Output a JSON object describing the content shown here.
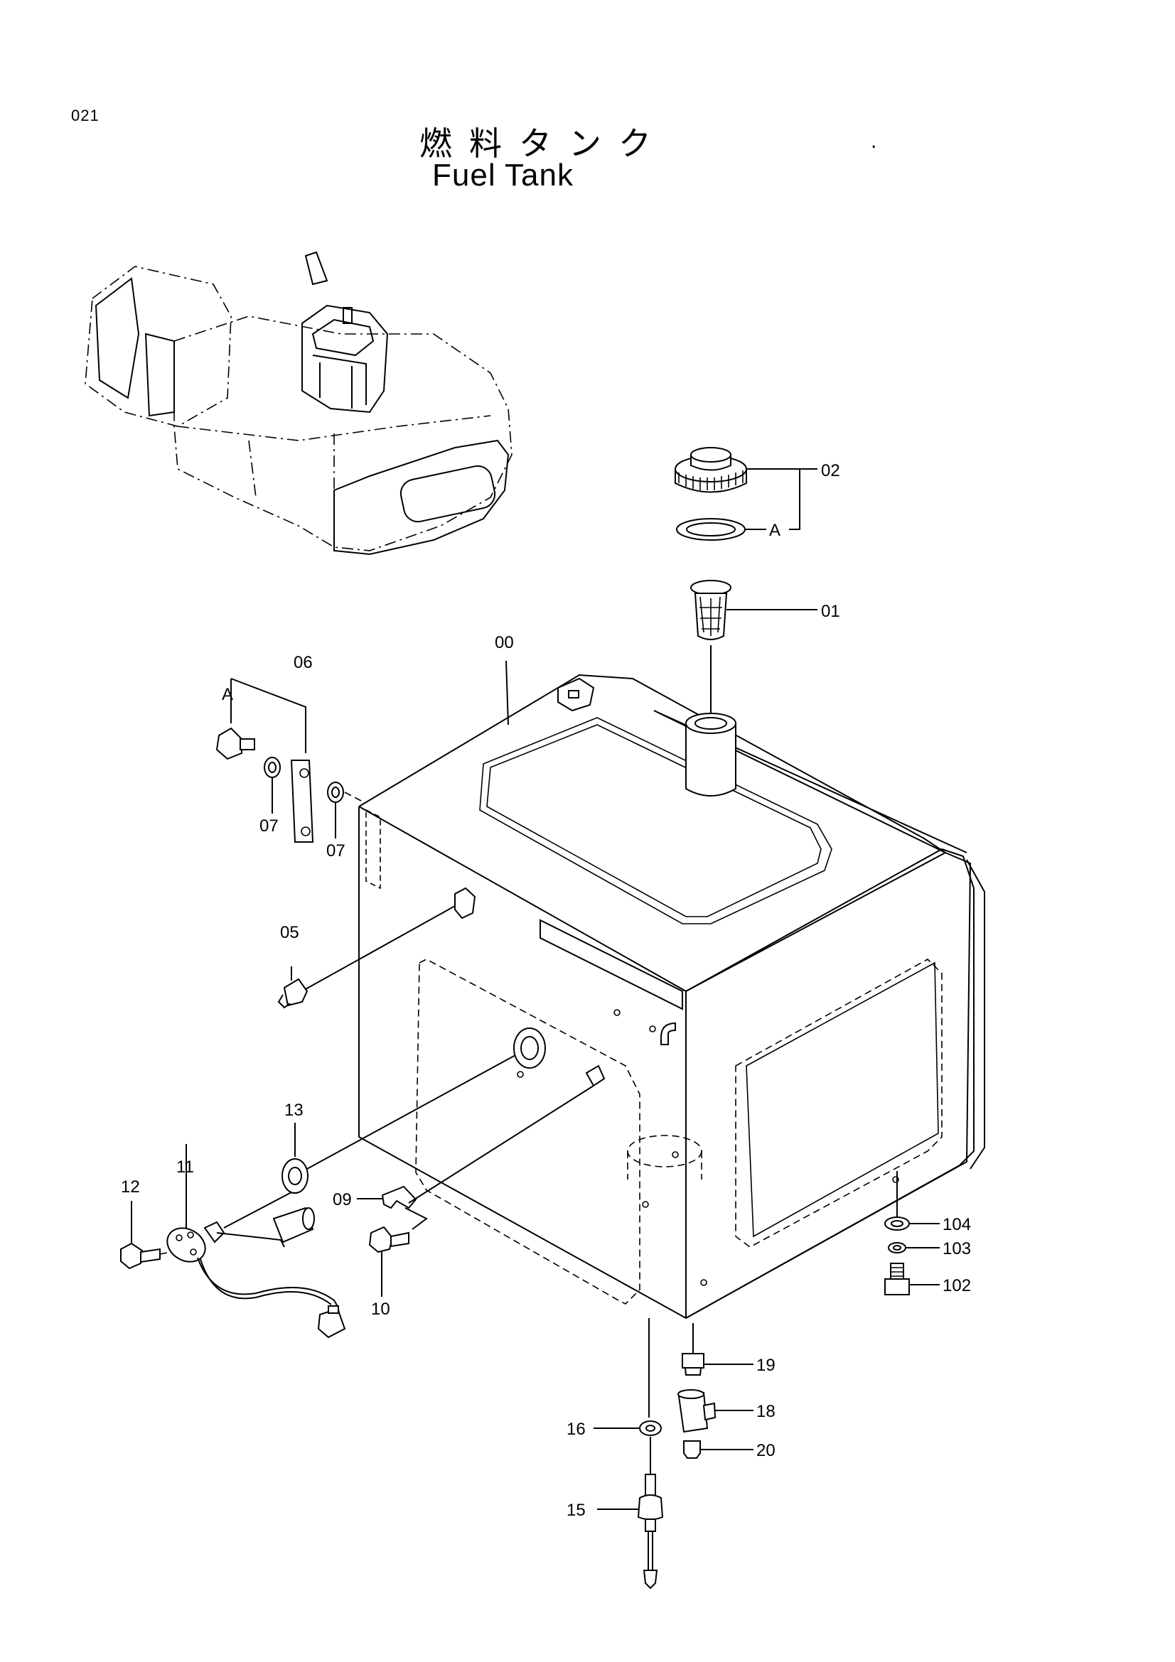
{
  "page_number": "021",
  "title_ja": "燃料タンク",
  "title_en": "Fuel Tank",
  "title_mark": ".",
  "labels": {
    "p00": "00",
    "p01": "01",
    "p02": "02",
    "pA_top": "A",
    "pA_left": "A",
    "p05": "05",
    "p06": "06",
    "p07a": "07",
    "p07b": "07",
    "p09": "09",
    "p10": "10",
    "p11": "11",
    "p12": "12",
    "p13": "13",
    "p15": "15",
    "p16": "16",
    "p18": "18",
    "p19": "19",
    "p20": "20",
    "p102": "102",
    "p103": "103",
    "p104": "104"
  }
}
